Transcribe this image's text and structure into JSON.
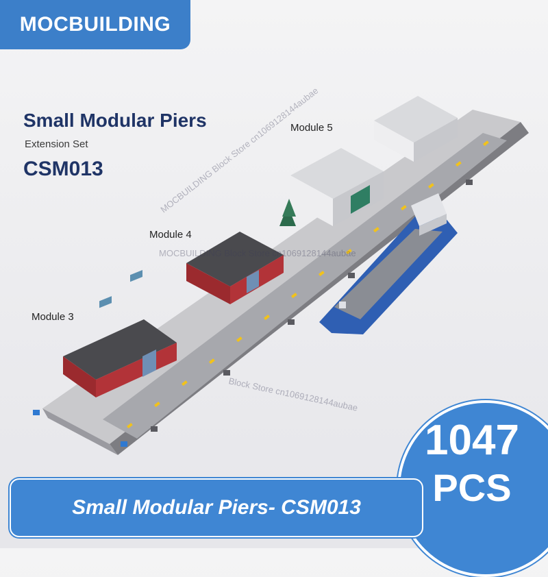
{
  "brand": {
    "name": "MOCBUILDING"
  },
  "set": {
    "title": "Small Modular Piers",
    "subtitle": "Extension Set",
    "code": "CSM013"
  },
  "modules": {
    "module3": "Module 3",
    "module4": "Module 4",
    "module5": "Module 5"
  },
  "watermarks": {
    "horizontal": "MOCBUILDING Block Store cn1069128144aubae",
    "arc_top": "MOCBUILDING Block Store cn1069128144aubae",
    "arc_bottom": "Block Store cn1069128144aubae"
  },
  "piece_count": {
    "number": "1047",
    "unit": "PCS"
  },
  "banner": {
    "text": "Small Modular Piers- CSM013"
  },
  "colors": {
    "brand_blue": "#3c7fc9",
    "title_navy": "#1f3466",
    "warehouse_red": "#9b2a2e",
    "ship_blue": "#2f5fb3"
  },
  "icons": [
    "ship-icon",
    "warehouse-icon",
    "office-building-icon",
    "tree-icon"
  ]
}
